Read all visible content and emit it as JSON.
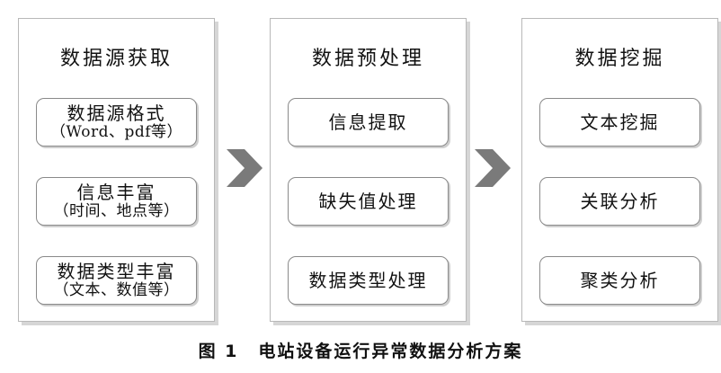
{
  "stages": [
    {
      "title": "数据源获取",
      "items": [
        {
          "main": "数据源格式",
          "sub": "（Word、pdf等）"
        },
        {
          "main": "信息丰富",
          "sub": "（时间、地点等）"
        },
        {
          "main": "数据类型丰富",
          "sub": "（文本、数值等）"
        }
      ]
    },
    {
      "title": "数据预处理",
      "items": [
        {
          "main": "信息提取"
        },
        {
          "main": "缺失值处理"
        },
        {
          "main": "数据类型处理"
        }
      ]
    },
    {
      "title": "数据挖掘",
      "items": [
        {
          "main": "文本挖掘"
        },
        {
          "main": "关联分析"
        },
        {
          "main": "聚类分析"
        }
      ]
    }
  ],
  "caption": {
    "figure_label": "图 1",
    "text": "电站设备运行异常数据分析方案"
  },
  "colors": {
    "arrow": "#7a7a7a",
    "border": "#8a8a8a"
  }
}
